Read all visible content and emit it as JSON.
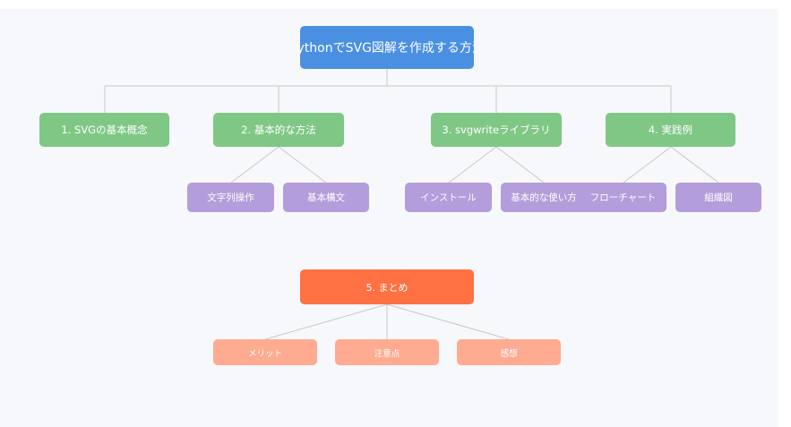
{
  "colors": {
    "root": "#4a90e2",
    "section": "#7fc785",
    "leaf": "#b39ddb",
    "summary": "#ff7043",
    "summary_leaf": "#ffab91",
    "line": "#c8c8c8"
  },
  "diagram": {
    "root": "PythonでSVG図解を作成する方法",
    "sections": [
      {
        "label": "1. SVGの基本概念",
        "children": []
      },
      {
        "label": "2. 基本的な方法",
        "children": [
          "文字列操作",
          "基本構文"
        ]
      },
      {
        "label": "3. svgwriteライブラリ",
        "children": [
          "インストール",
          "基本的な使い方"
        ]
      },
      {
        "label": "4. 実践例",
        "children": [
          "フローチャート",
          "組織図"
        ]
      }
    ],
    "summary": {
      "label": "5. まとめ",
      "children": [
        "メリット",
        "注意点",
        "感想"
      ]
    }
  }
}
